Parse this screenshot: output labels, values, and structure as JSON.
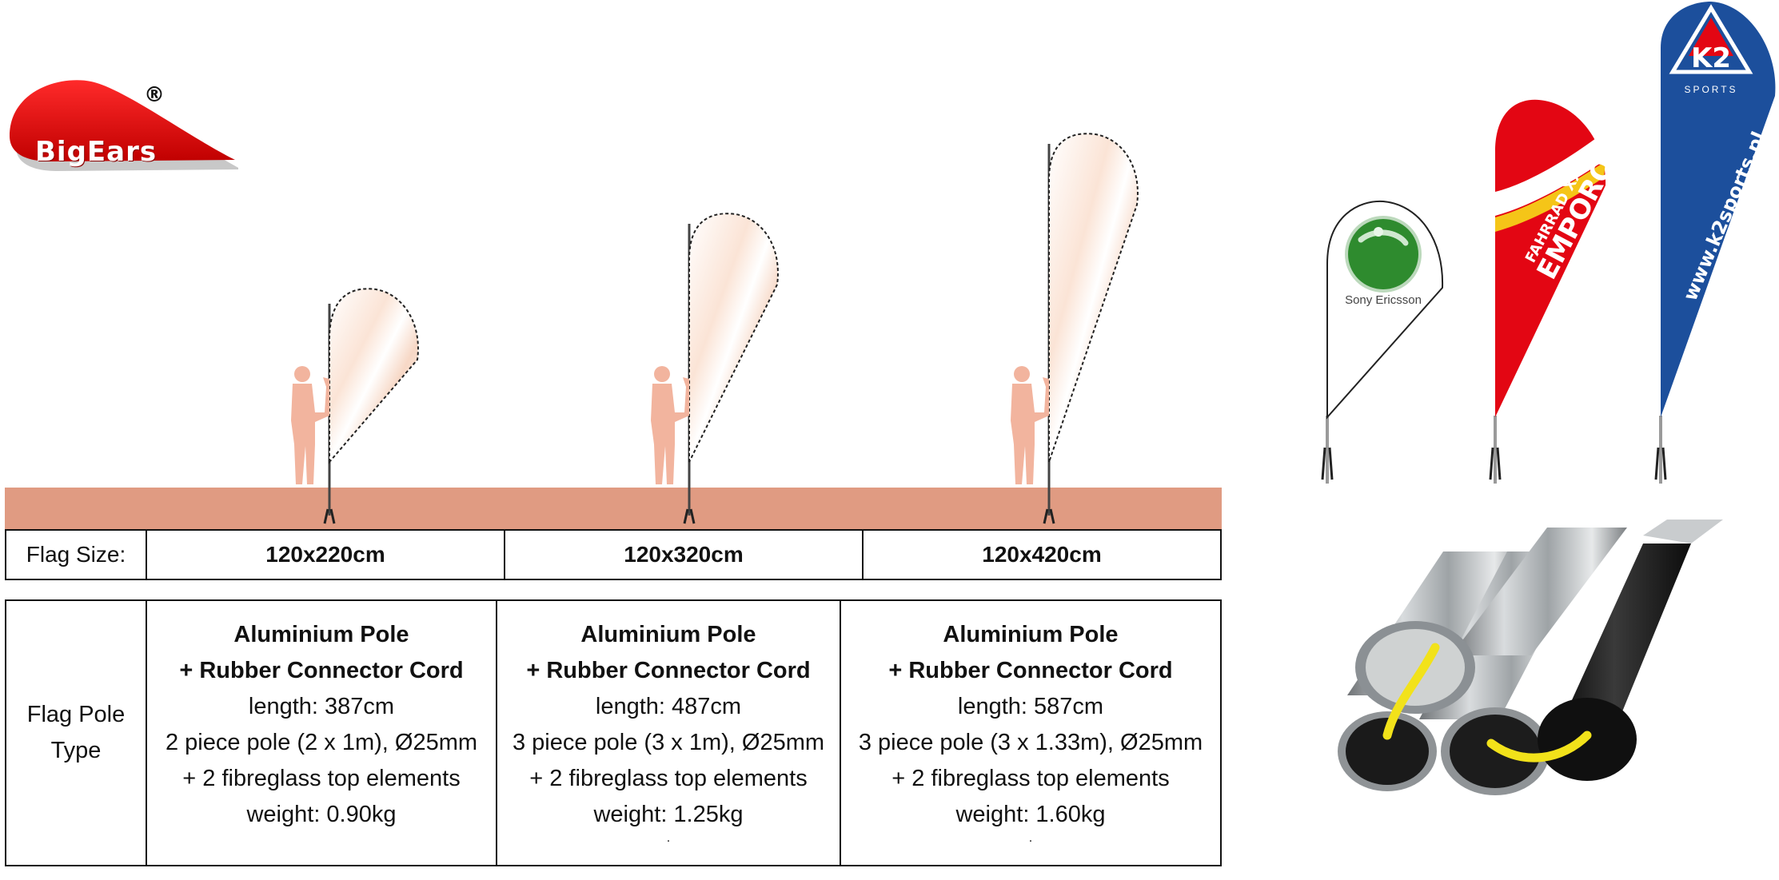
{
  "brand": {
    "name": "BigEars",
    "registered_mark": "®",
    "color_red": "#e30613"
  },
  "sponsor_flags": [
    {
      "text": "Sony Ericsson",
      "color": "#ffffff",
      "logo": "sony-ericsson-globe"
    },
    {
      "text_top": "FAHRRAD XXL",
      "text_main": "EMPORON",
      "color": "#e30613"
    },
    {
      "logo_text": "K2",
      "sub_text": "SPORTS",
      "url_text": "www.k2sports.pl",
      "color": "#1c4f9c"
    }
  ],
  "ground_color": "#e09b82",
  "person_color": "#f2b49e",
  "size_table": {
    "label": "Flag Size:",
    "sizes": [
      "120x220cm",
      "120x320cm",
      "120x420cm"
    ]
  },
  "pole_table": {
    "label_line1": "Flag Pole",
    "label_line2": "Type",
    "columns": [
      {
        "title": "Aluminium Pole",
        "subtitle": "+ Rubber Connector Cord",
        "length": "length: 387cm",
        "pieces": "2 piece pole (2 x 1m), Ø25mm",
        "top": "+ 2 fibreglass top elements",
        "weight": "weight: 0.90kg",
        "note": ""
      },
      {
        "title": "Aluminium Pole",
        "subtitle": "+ Rubber Connector Cord",
        "length": "length: 487cm",
        "pieces": "3 piece pole (3 x 1m), Ø25mm",
        "top": "+ 2 fibreglass top elements",
        "weight": "weight: 1.25kg",
        "note": "."
      },
      {
        "title": "Aluminium Pole",
        "subtitle": "+ Rubber Connector Cord",
        "length": "length: 587cm",
        "pieces": "3 piece pole (3 x 1.33m), Ø25mm",
        "top": "+ 2 fibreglass top elements",
        "weight": "weight: 1.60kg",
        "note": "."
      }
    ]
  },
  "cord_color": "#f2e21a"
}
